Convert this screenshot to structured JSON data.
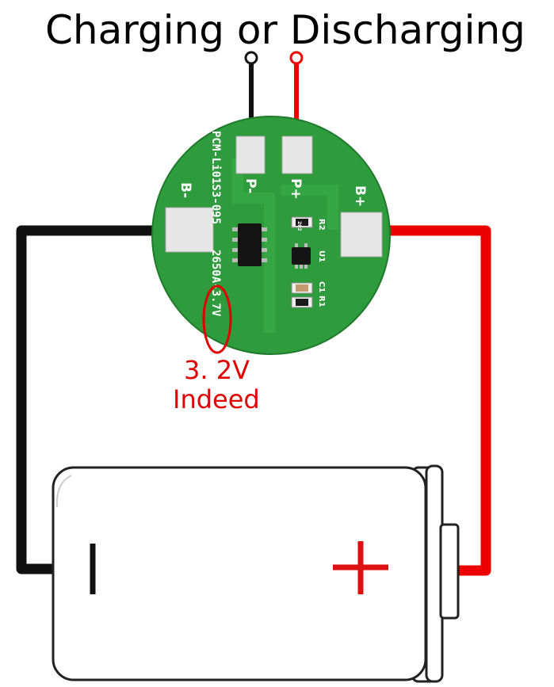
{
  "title": "Charging or Discharging",
  "pcb": {
    "part_number": "PCM-Li01S3-095",
    "model_text": "2650A-3.7V",
    "pad_labels": {
      "p_minus": "P-",
      "p_plus": "P+",
      "b_minus": "B-",
      "b_plus": "B+"
    },
    "component_labels": {
      "r2": "R2",
      "u1": "U1",
      "c1": "C1",
      "r1": "R1",
      "r2_value": "202"
    }
  },
  "annotation": {
    "line1": "3. 2V",
    "line2": "Indeed"
  },
  "colors": {
    "negative_wire": "#111111",
    "positive_wire": "#ee0000",
    "pcb_green": "#2e9b3c",
    "pad_silver": "#e6e6e6",
    "annotation_red": "#e00000"
  }
}
